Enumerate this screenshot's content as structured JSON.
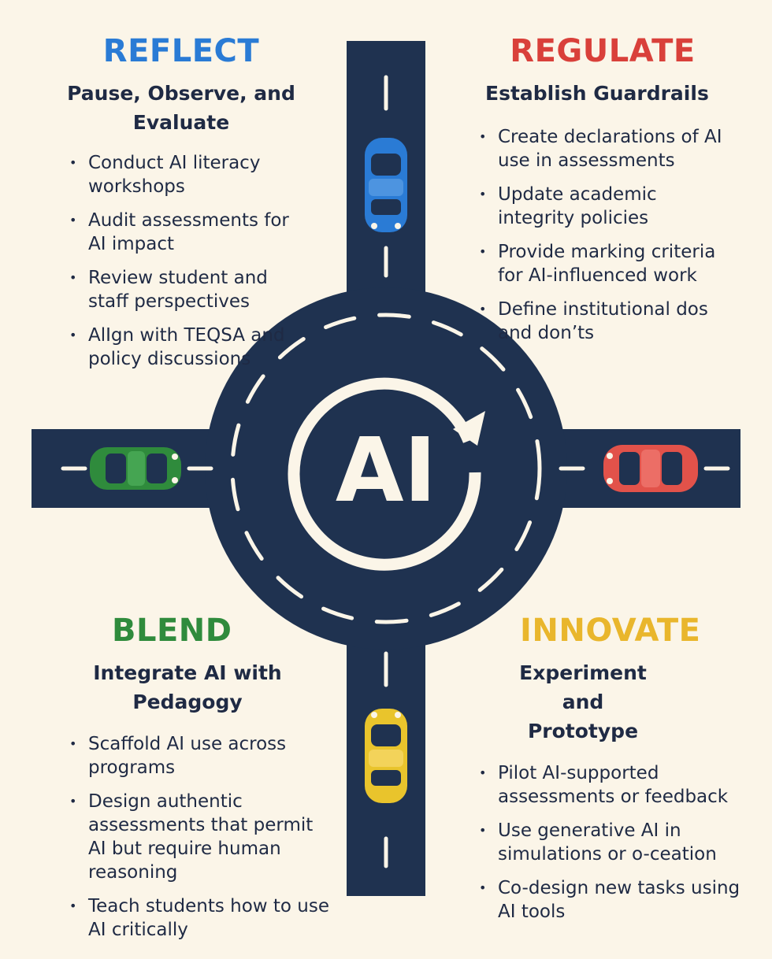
{
  "center_label": "AI",
  "colors": {
    "background": "#fbf5e8",
    "road": "#1f3250",
    "lane_marking": "#fbf5e8",
    "reflect": "#2a7bd5",
    "regulate": "#d9403a",
    "blend": "#2f8b3c",
    "innovate": "#e9b62c"
  },
  "quadrants": {
    "reflect": {
      "title": "REFLECT",
      "subtitle": "Pause, Observe, and Evaluate",
      "items": [
        "Conduct AI literacy workshops",
        "Audit assessments for AI impact",
        "Review student and staff perspectives",
        "AlIgn with TEQSA and policy discussions"
      ]
    },
    "regulate": {
      "title": "REGULATE",
      "subtitle": "Establish Guardrails",
      "items": [
        "Create declarations of AI use in assessments",
        "Update academic integrity policies",
        "Provide marking criteria for AI-influenced work",
        "Define institutional dos and don’ts"
      ]
    },
    "blend": {
      "title": "BLEND",
      "subtitle": "Integrate AI with Pedagogy",
      "items": [
        "Scaffold AI use across programs",
        "Design authentic assessments that permit AI but require human reasoning",
        "Teach students how to use AI critically"
      ]
    },
    "innovate": {
      "title": "INNOVATE",
      "subtitle": "Experiment and Prototype",
      "items": [
        "Pilot AI-supported assessments or feedback",
        "Use generative AI in simulations or o-ceation",
        "Co-design new tasks using AI tools"
      ]
    }
  },
  "cars": [
    {
      "name": "blue-car-icon",
      "color": "#2a7bd5",
      "orientation": "vertical"
    },
    {
      "name": "red-car-icon",
      "color": "#d9403a",
      "orientation": "horizontal"
    },
    {
      "name": "green-car-icon",
      "color": "#2f8b3c",
      "orientation": "horizontal"
    },
    {
      "name": "yellow-car-icon",
      "color": "#e9b62c",
      "orientation": "vertical"
    }
  ]
}
